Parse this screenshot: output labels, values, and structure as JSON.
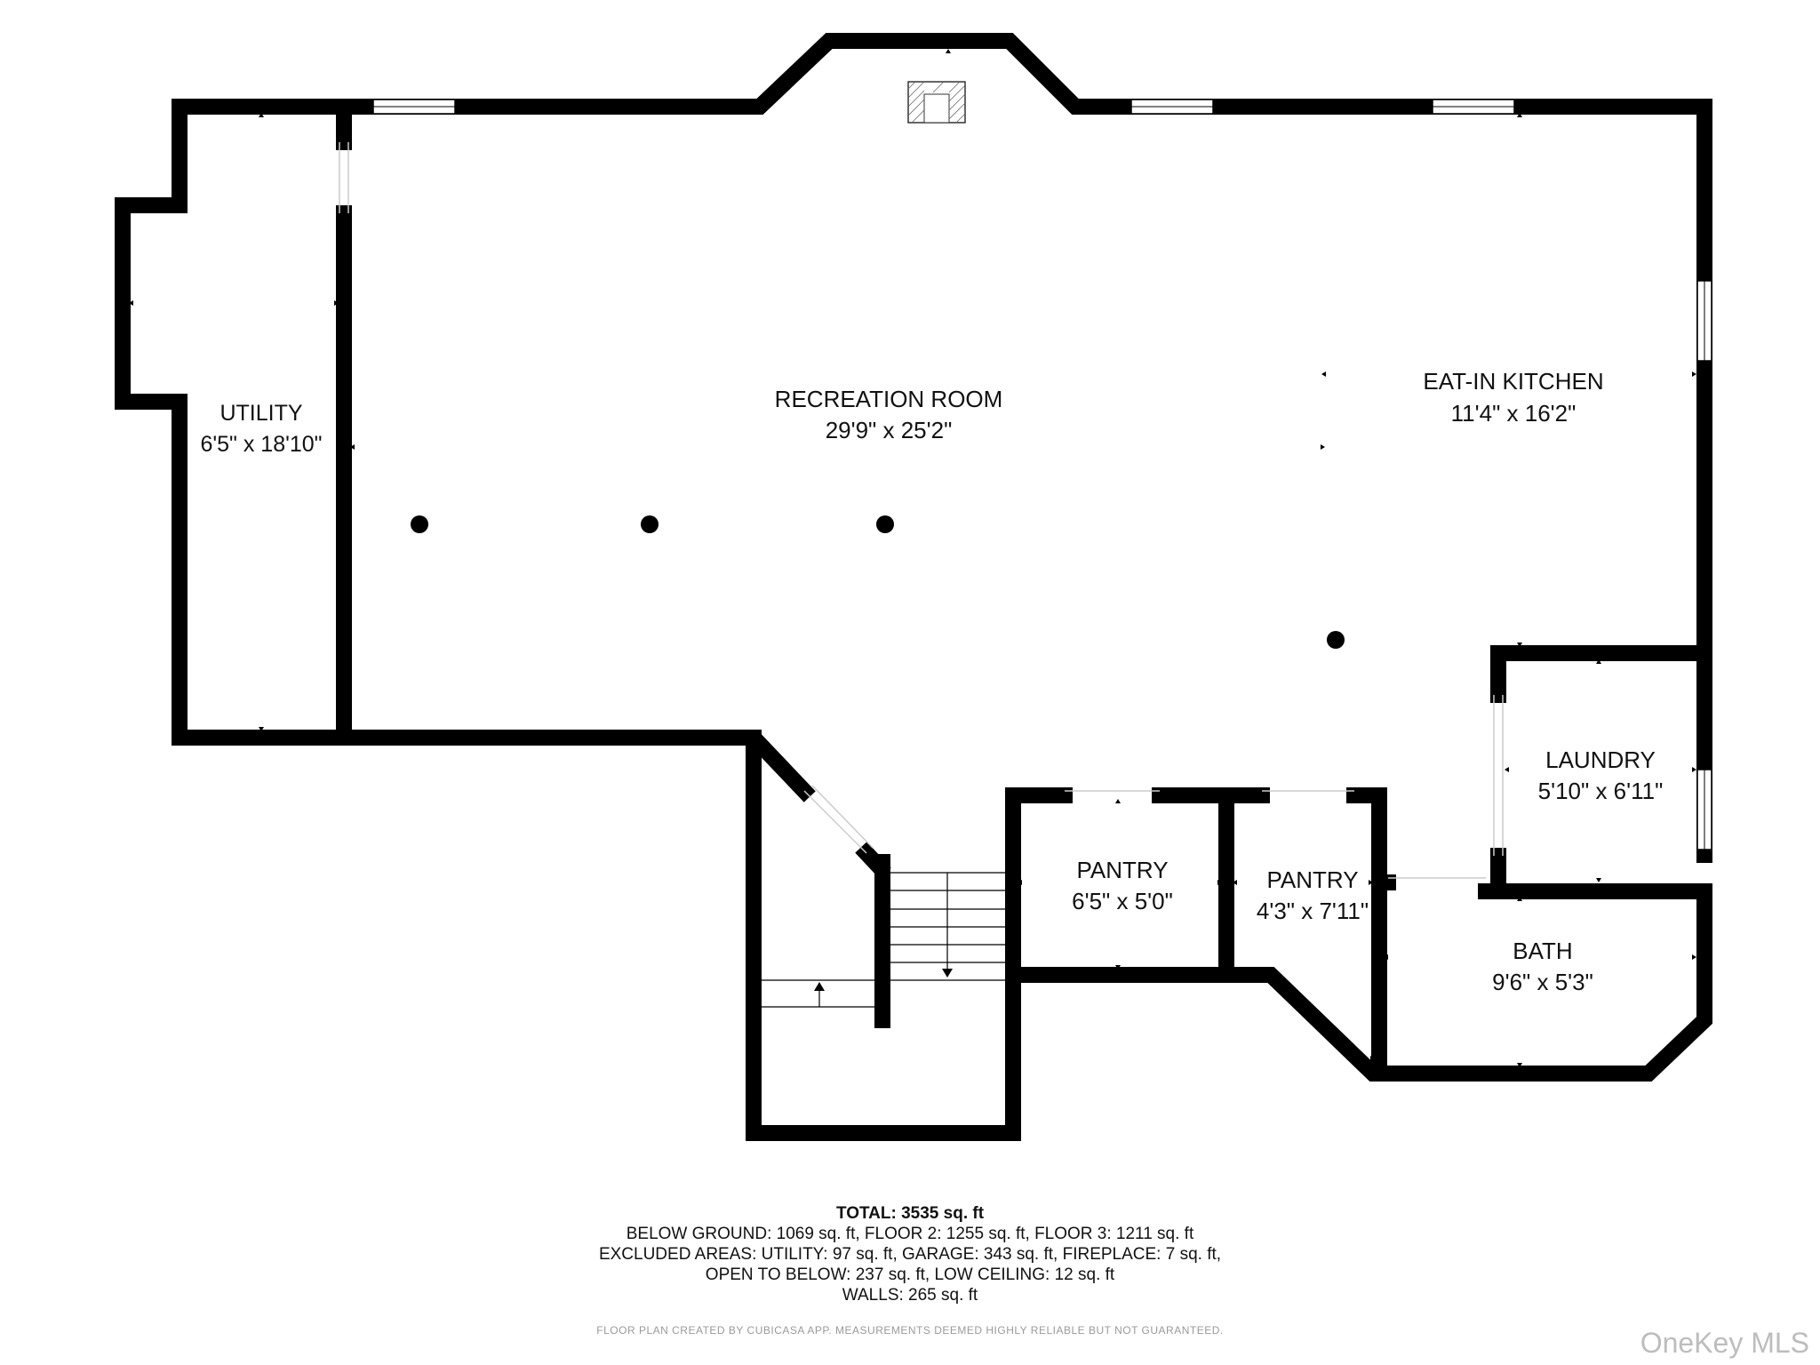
{
  "rooms": [
    {
      "id": "utility",
      "name": "UTILITY",
      "dims": "6'5\" x 18'10\""
    },
    {
      "id": "recreation",
      "name": "RECREATION ROOM",
      "dims": "29'9\" x 25'2\""
    },
    {
      "id": "kitchen",
      "name": "EAT-IN KITCHEN",
      "dims": "11'4\" x 16'2\""
    },
    {
      "id": "laundry",
      "name": "LAUNDRY",
      "dims": "5'10\" x 6'11\""
    },
    {
      "id": "pantry1",
      "name": "PANTRY",
      "dims": "6'5\" x 5'0\""
    },
    {
      "id": "pantry2",
      "name": "PANTRY",
      "dims": "4'3\" x 7'11\""
    },
    {
      "id": "bath",
      "name": "BATH",
      "dims": "9'6\" x 5'3\""
    }
  ],
  "summary": {
    "total": "TOTAL: 3535 sq. ft",
    "line1": "BELOW GROUND: 1069 sq. ft, FLOOR 2: 1255 sq. ft, FLOOR 3: 1211 sq. ft",
    "line2": "EXCLUDED AREAS: UTILITY: 97 sq. ft, GARAGE: 343 sq. ft, FIREPLACE: 7 sq. ft,",
    "line3": "OPEN TO BELOW: 237 sq. ft, LOW CEILING: 12 sq. ft",
    "line4": "WALLS: 265 sq. ft"
  },
  "credit": "FLOOR PLAN CREATED BY CUBICASA APP. MEASUREMENTS DEEMED HIGHLY RELIABLE BUT NOT GUARANTEED.",
  "watermark": "OneKey MLS",
  "colors": {
    "wall": "#000000",
    "background": "#ffffff",
    "window": "#ffffff"
  }
}
